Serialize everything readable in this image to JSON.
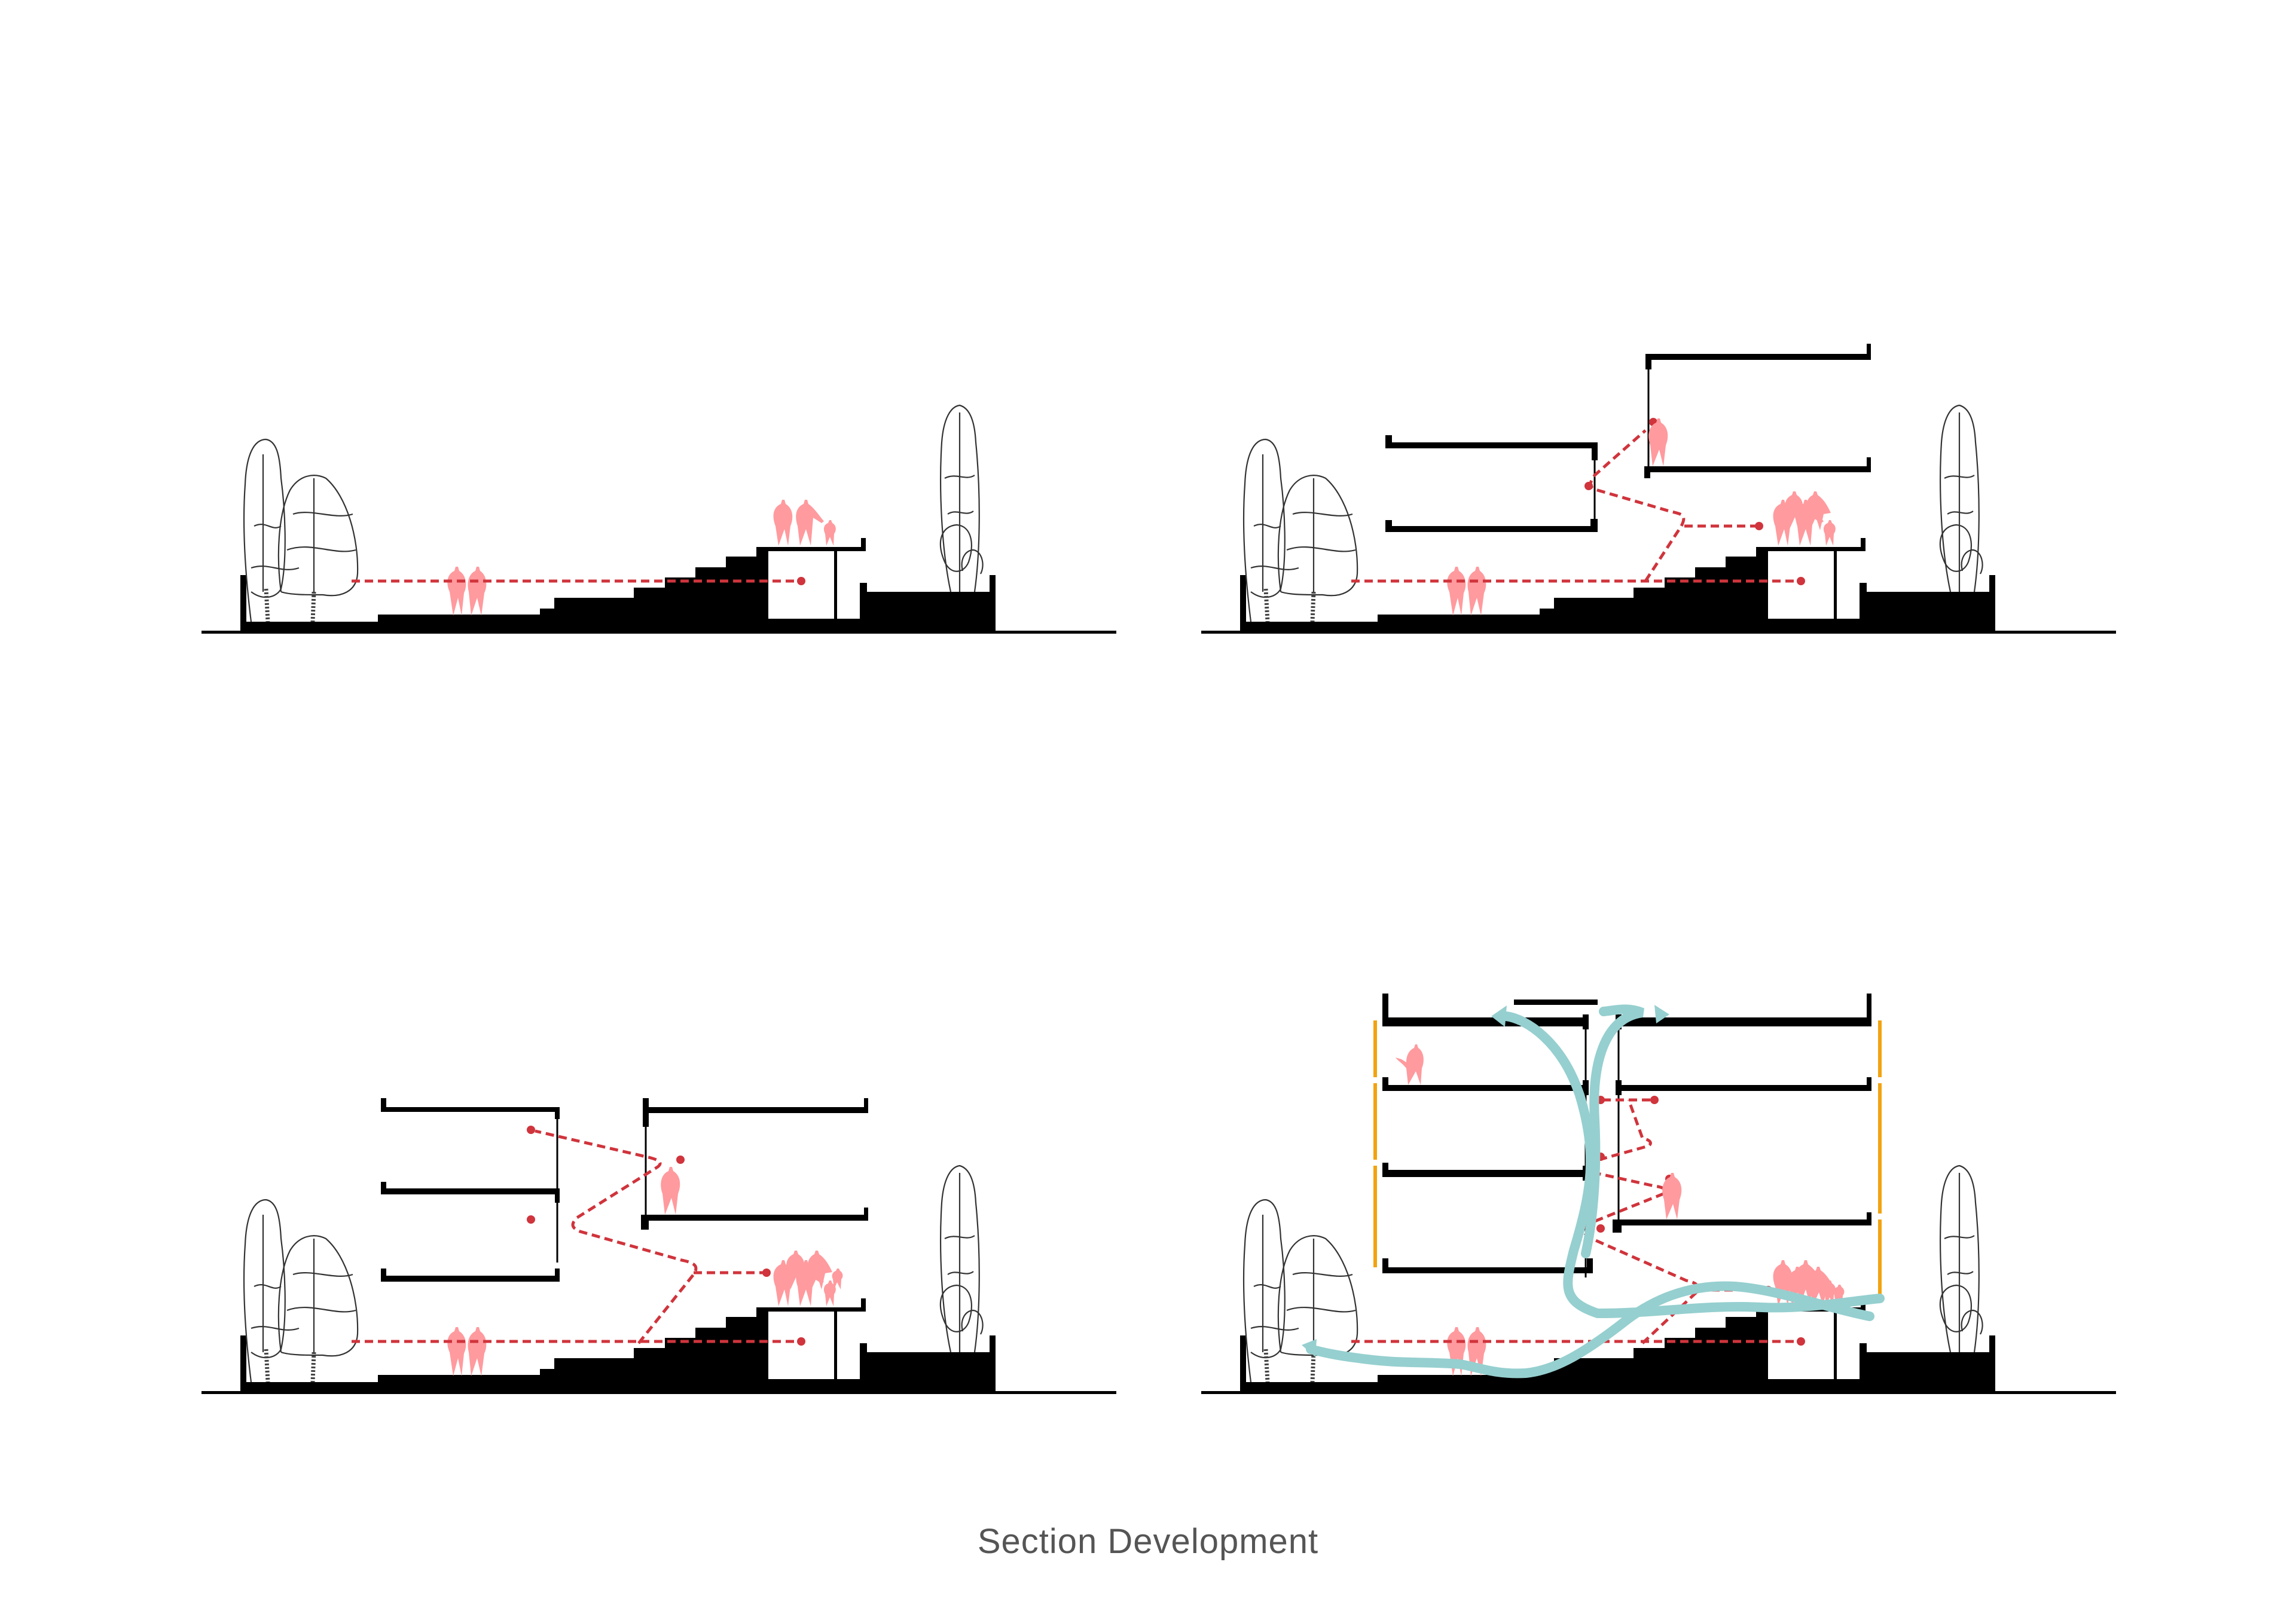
{
  "caption": "Section Development",
  "colors": {
    "background": "#ffffff",
    "structure": "#000000",
    "circulation_route": "#d0343c",
    "people": "#ff9a9e",
    "airflow": "#96cfcf",
    "facade_screen": "#f2a30f",
    "caption_text": "#555555"
  },
  "panels": [
    {
      "id": "panel-1",
      "position": "top-left",
      "stage": 1,
      "elements": [
        "ground-terrain",
        "stepped-terraces",
        "ground-room",
        "trees",
        "people",
        "horizontal-route"
      ]
    },
    {
      "id": "panel-2",
      "position": "top-right",
      "stage": 2,
      "elements": [
        "ground-terrain",
        "stepped-terraces",
        "ground-room",
        "trees",
        "people",
        "floor-left-1",
        "floor-right-1",
        "zigzag-route"
      ]
    },
    {
      "id": "panel-3",
      "position": "bottom-left",
      "stage": 3,
      "elements": [
        "ground-terrain",
        "stepped-terraces",
        "ground-room",
        "trees",
        "people",
        "floor-left-1",
        "floor-left-2",
        "floor-right-1",
        "zigzag-route"
      ]
    },
    {
      "id": "panel-4",
      "position": "bottom-right",
      "stage": 4,
      "elements": [
        "ground-terrain",
        "stepped-terraces",
        "ground-room",
        "trees",
        "people",
        "floors-left-3",
        "floors-right-2",
        "roof-cap",
        "zigzag-route",
        "airflow-arrows",
        "facade-screens"
      ]
    }
  ]
}
